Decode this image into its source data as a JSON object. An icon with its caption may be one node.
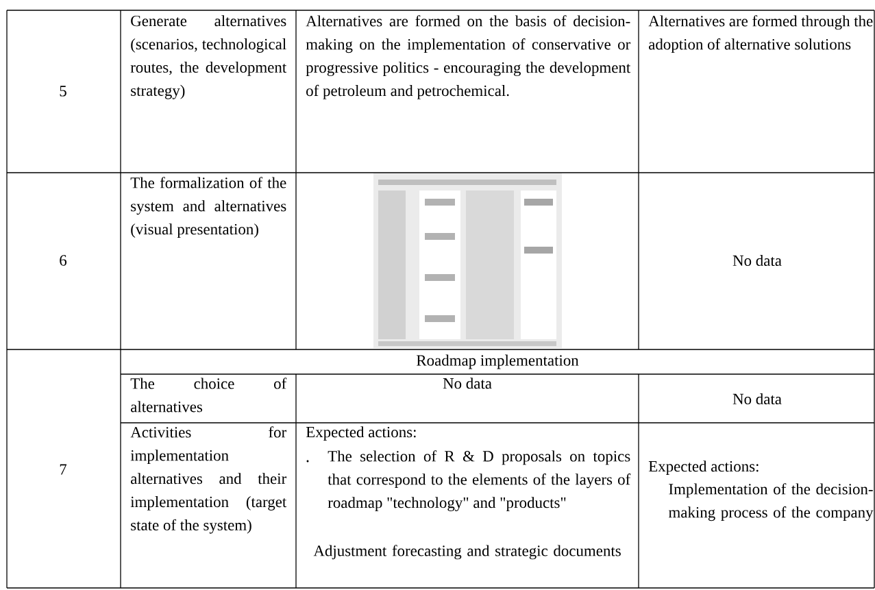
{
  "diagram": {
    "labels": [
      "5",
      "Generate alternatives (scenarios, technological routes, the development strategy)",
      "Alternatives are formed on the basis of decision-making on the implementation of conservative or progressive politics - encouraging the development of petroleum and petrochemical.",
      "Alternatives are formed through the adoption of alternative solutions",
      "6",
      "The formalization of the system and alternatives (visual presentation)",
      "No data",
      "7",
      "Roadmap implementation",
      "The choice of alternatives",
      "No data",
      "No data",
      "Activities for implementation alternatives and their implementation (target state of the system)",
      "Expected actions:",
      "The selection of R & D proposals on topics that correspond to the elements of the layers of roadmap \"technology\" and \"products\"",
      "Adjustment forecasting and strategic documents",
      "Expected actions:",
      "Implementation of the decision-making process of the company"
    ]
  }
}
